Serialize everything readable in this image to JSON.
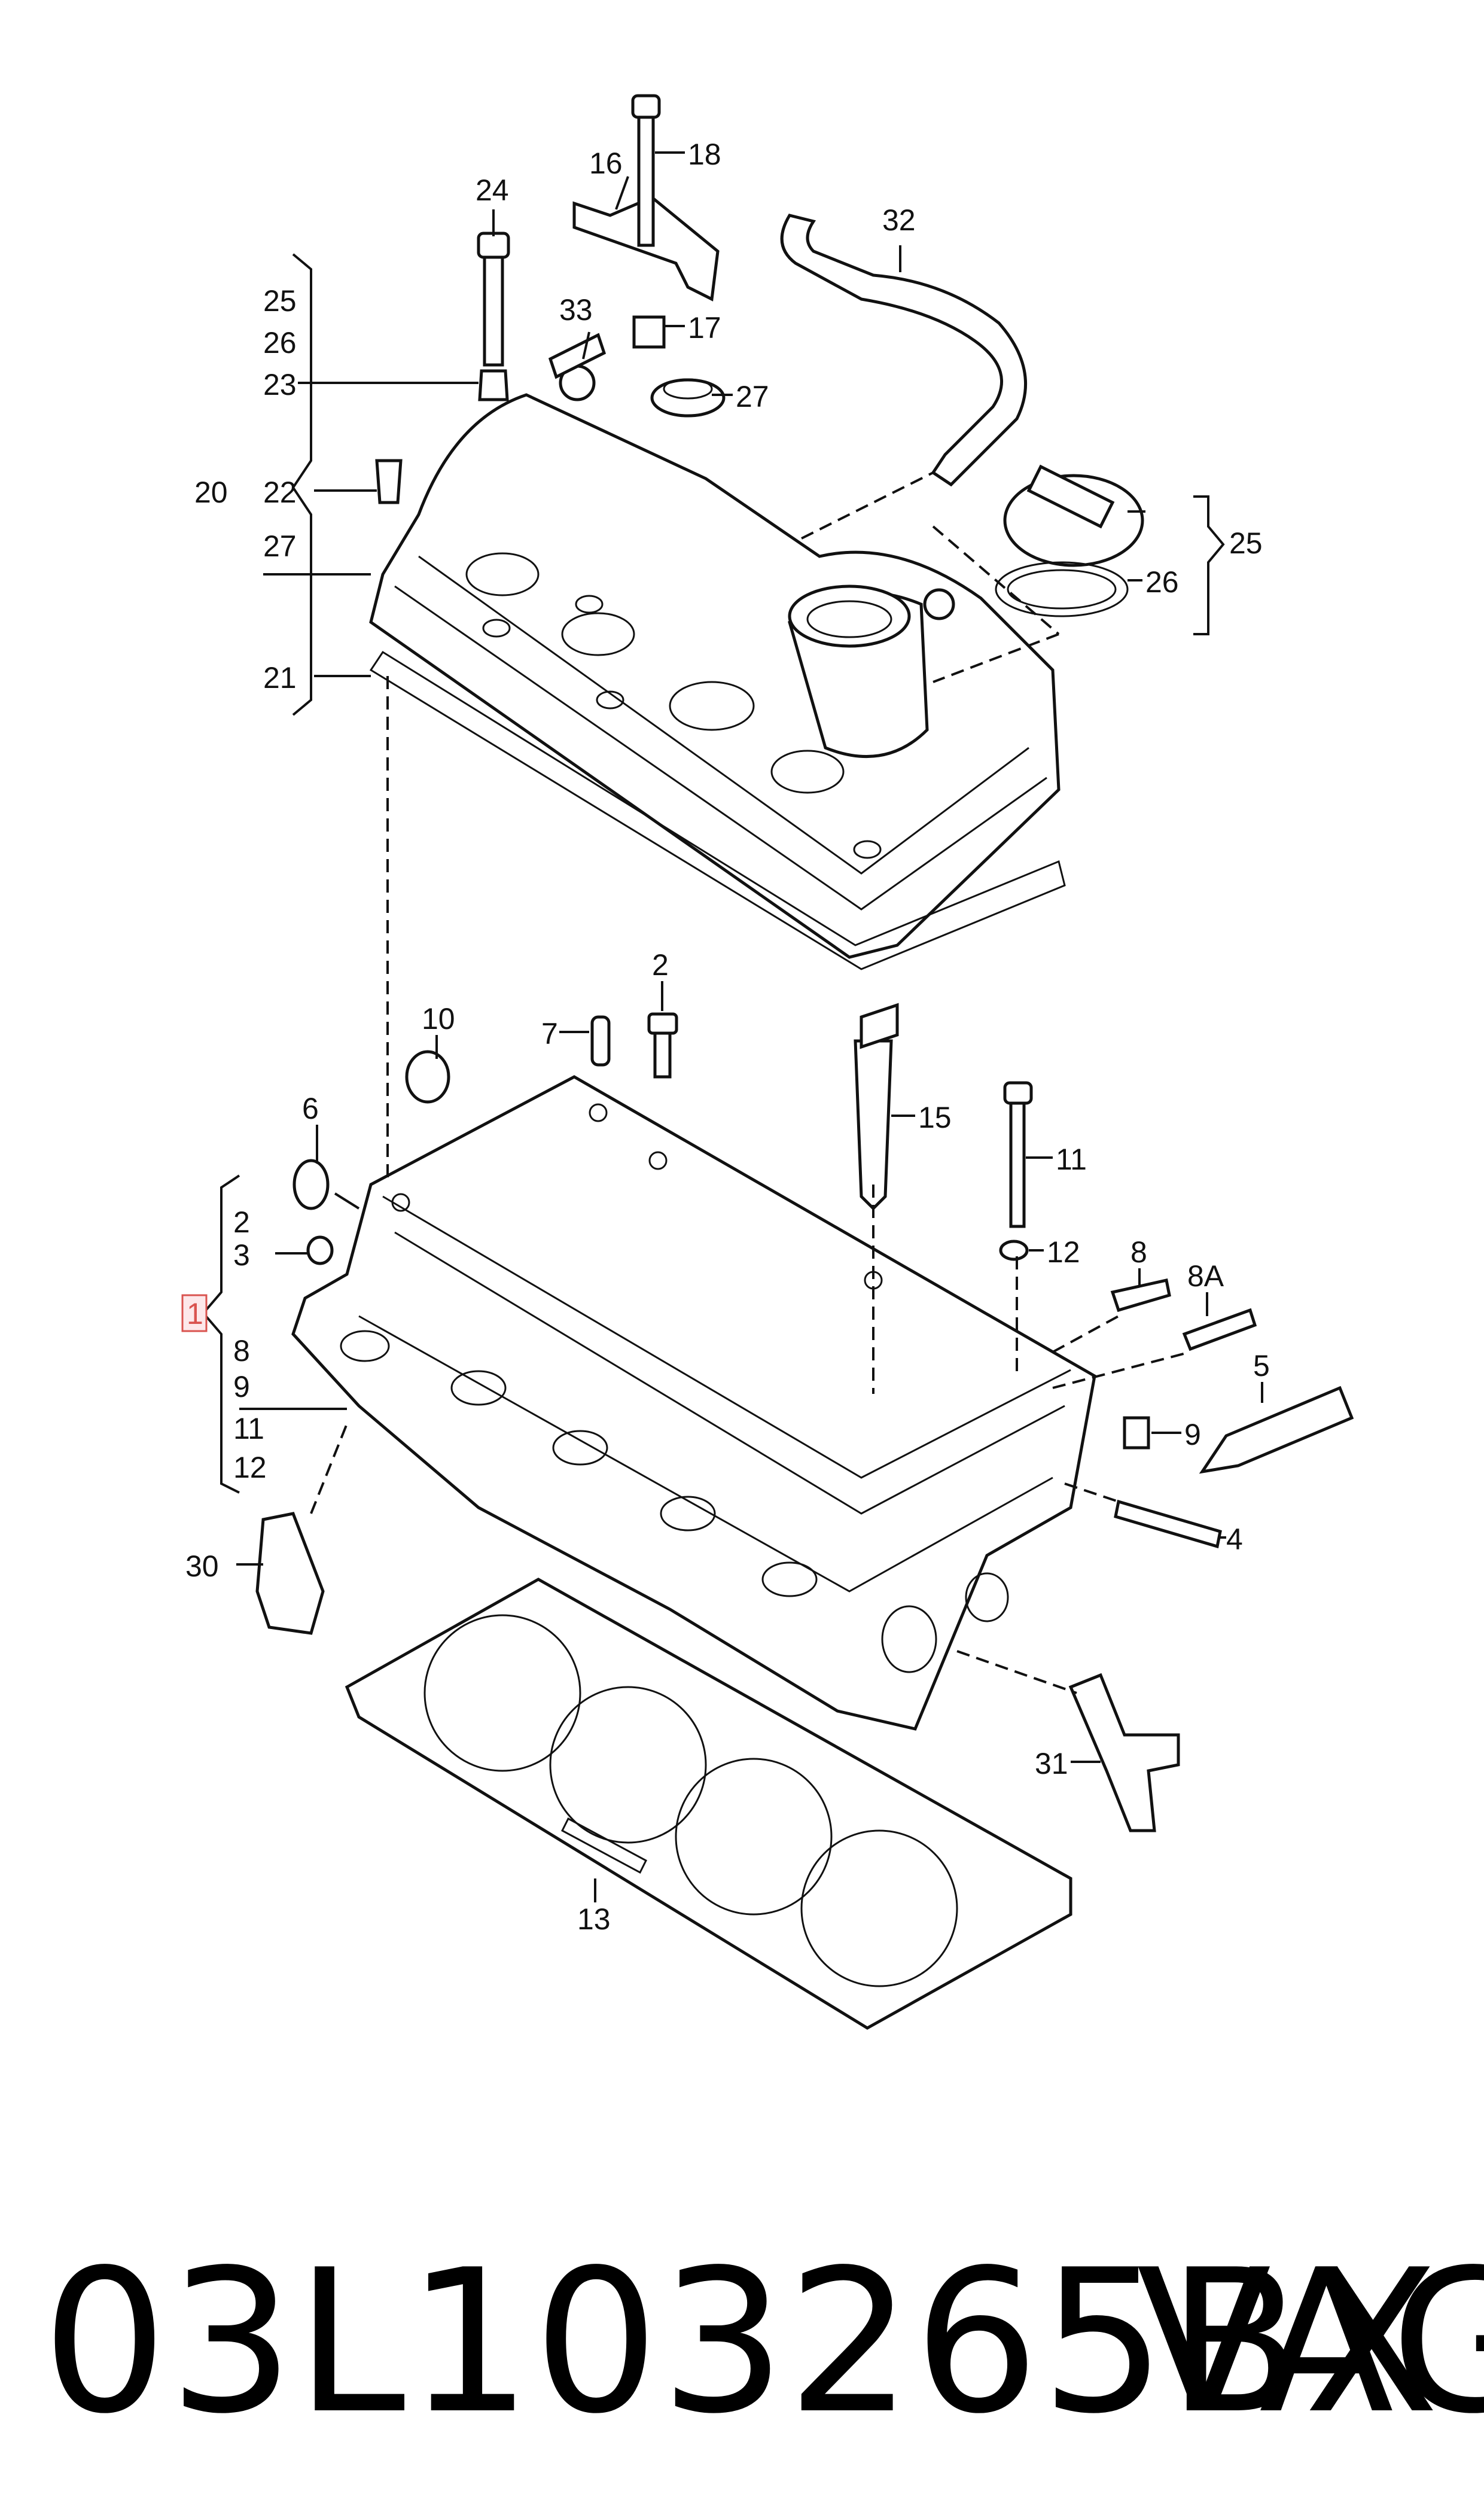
{
  "diagram": {
    "callouts": {
      "c1": "1",
      "c2a": "2",
      "c2b": "2",
      "c3": "3",
      "c4": "4",
      "c5": "5",
      "c6": "6",
      "c7": "7",
      "c8a": "8",
      "c8b": "8",
      "c8A": "8A",
      "c9a": "9",
      "c9b": "9",
      "c10": "10",
      "c11a": "11",
      "c11b": "11",
      "c12a": "12",
      "c12b": "12",
      "c13": "13",
      "c15": "15",
      "c16": "16",
      "c17": "17",
      "c18": "18",
      "c20": "20",
      "c21": "21",
      "c22": "22",
      "c23": "23",
      "c24": "24",
      "c25a": "25",
      "c25b": "25",
      "c26a": "26",
      "c26b": "26",
      "c27a": "27",
      "c27b": "27",
      "c30": "30",
      "c31": "31",
      "c32": "32",
      "c33": "33"
    }
  },
  "footer": {
    "part_number": "03L103265BX",
    "brand": "VAG"
  }
}
